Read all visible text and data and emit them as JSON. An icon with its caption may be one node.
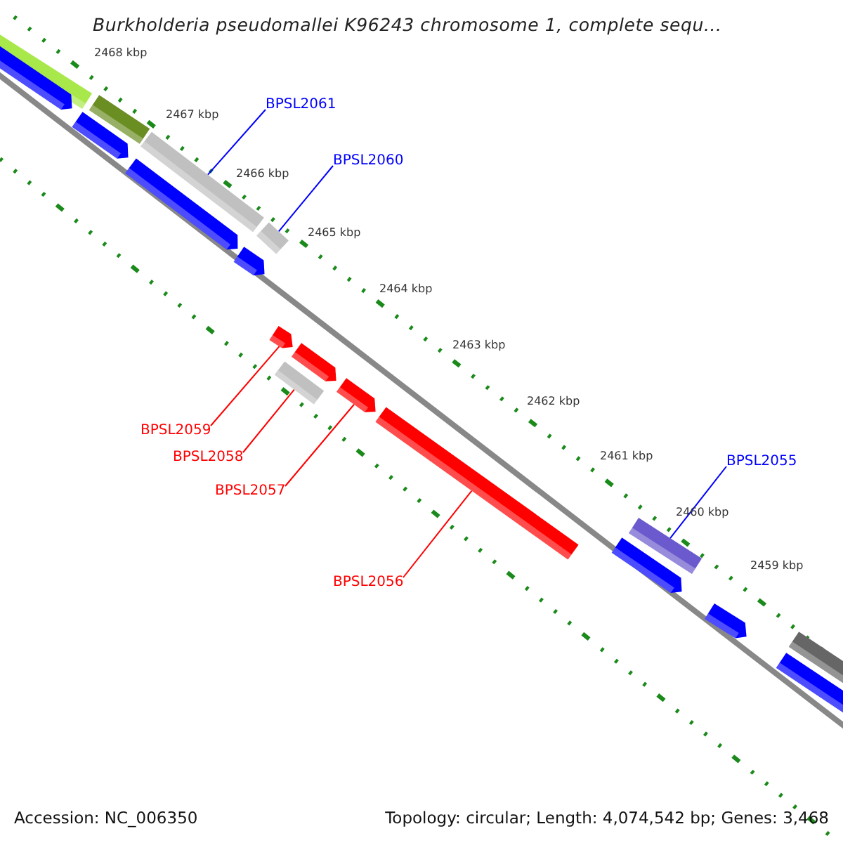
{
  "diagram": {
    "title": "Burkholderia pseudomallei K96243 chromosome 1, complete sequ...",
    "nodes": [
      {
        "text": [
          "BPSL2061"
        ]
      },
      {
        "text": [
          "BPSL2060"
        ]
      },
      {
        "text": [
          "BPSL2059"
        ]
      },
      {
        "text": [
          "BPSL2058"
        ]
      },
      {
        "text": [
          "BPSL2057"
        ]
      },
      {
        "text": [
          "BPSL2056"
        ]
      },
      {
        "text": [
          "BPSL2055"
        ]
      },
      {
        "text": [],
        "shape": "bar"
      },
      {
        "text": [],
        "shape": "bar"
      },
      {
        "text": [],
        "shape": "bar"
      },
      {
        "text": [],
        "shape": "bar"
      },
      {
        "text": [],
        "shape": "bar"
      },
      {
        "text": [],
        "shape": "bar"
      },
      {
        "text": [],
        "shape": "bar"
      }
    ],
    "edges": [
      {
        "from": 0,
        "to": 7,
        "arrow": "none",
        "color": "#0000ff"
      },
      {
        "from": 1,
        "to": 8,
        "arrow": "none",
        "color": "#0000ff"
      },
      {
        "from": 2,
        "to": 9,
        "arrow": "none"
      },
      {
        "from": 3,
        "to": 10,
        "arrow": "none"
      },
      {
        "from": 4,
        "to": 11,
        "arrow": "none"
      },
      {
        "from": 5,
        "to": 12,
        "arrow": "none"
      },
      {
        "from": 6,
        "to": 13,
        "arrow": "none",
        "color": "#0000ff"
      }
    ],
    "labels": [
      "2468 kbp",
      "2467 kbp",
      "2466 kbp",
      "2465 kbp",
      "2464 kbp",
      "2463 kbp",
      "2462 kbp",
      "2461 kbp",
      "2460 kbp",
      "2459 kbp",
      "Accession: NC_006350",
      "Topology: circular; Length: 4,074,542 bp; Genes: 3,468"
    ]
  }
}
